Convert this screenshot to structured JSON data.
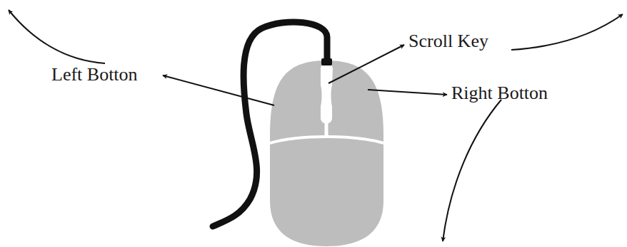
{
  "diagram": {
    "labels": [
      "Left Botton",
      "Scroll Key",
      "Right Botton"
    ]
  }
}
